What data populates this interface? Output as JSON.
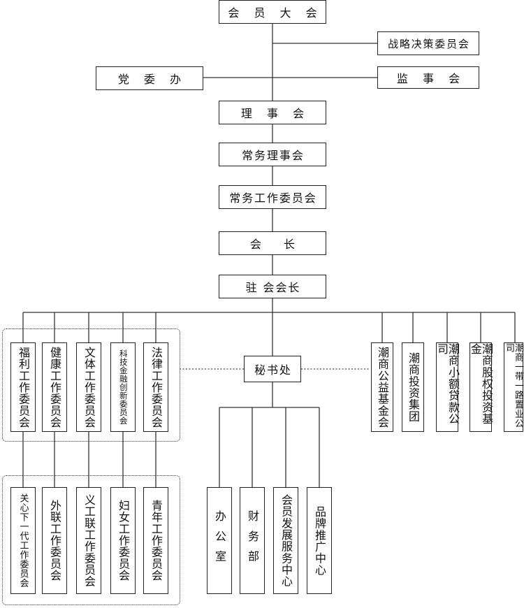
{
  "top": {
    "general_assembly": "会 员 大 会",
    "strategy_committee": "战略决策委员会",
    "party_office": "党 委 办",
    "supervisory_board": "监 事 会"
  },
  "chain": {
    "council": "理 事 会",
    "standing_council": "常务理事会",
    "standing_work_committee": "常务工作委员会",
    "president": "会　长",
    "resident_president": "驻 会会长"
  },
  "secretariat": "秘书处",
  "committees_row1": [
    "福利工作委员会",
    "健康工作委员会",
    "文体工作委员会",
    "科技金融创新委员会",
    "法律工作委员会"
  ],
  "committees_row2": [
    "关心下一代工作委员会",
    "外联工作委员会",
    "义工联工作委员会",
    "妇女工作委员会",
    "青年工作委员会"
  ],
  "departments": [
    "办公室",
    "财务部",
    "会员发展服务中心",
    "品牌推广中心"
  ],
  "affiliates": [
    "潮商公益基金会",
    "潮商投资集团",
    "潮商小额贷款公司",
    "潮商股权投资基金",
    "潮商一带一路置业公司"
  ]
}
